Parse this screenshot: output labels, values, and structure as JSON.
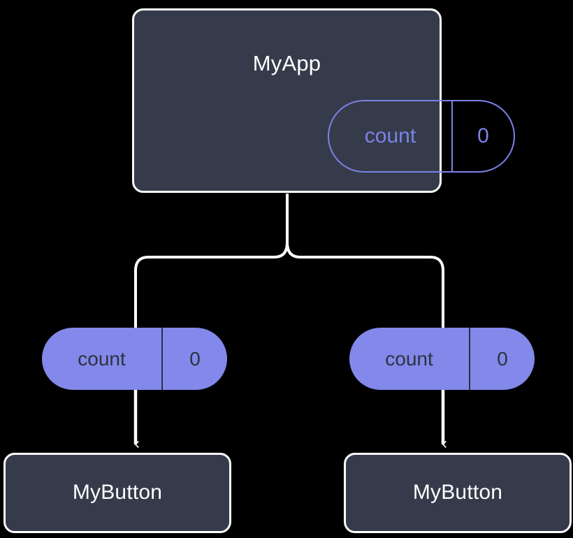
{
  "diagram": {
    "title": "MyApp component tree with count state",
    "background_color": "#000000",
    "node_fill_color": "#353b4a",
    "node_border_color": "#fdfdfd",
    "state_accent_color": "#7c82e8",
    "state_fill_color": "#8289ea",
    "state_text_dark": "#2e3240",
    "connector_color": "#ffffff"
  },
  "root": {
    "label": "MyApp",
    "state": {
      "key": "count",
      "value": "0"
    }
  },
  "children": [
    {
      "state": {
        "key": "count",
        "value": "0"
      },
      "component": {
        "label": "MyButton"
      }
    },
    {
      "state": {
        "key": "count",
        "value": "0"
      },
      "component": {
        "label": "MyButton"
      }
    }
  ],
  "edges": {
    "root_to_children": "branching-connector",
    "state_to_component": "arrow-down"
  }
}
